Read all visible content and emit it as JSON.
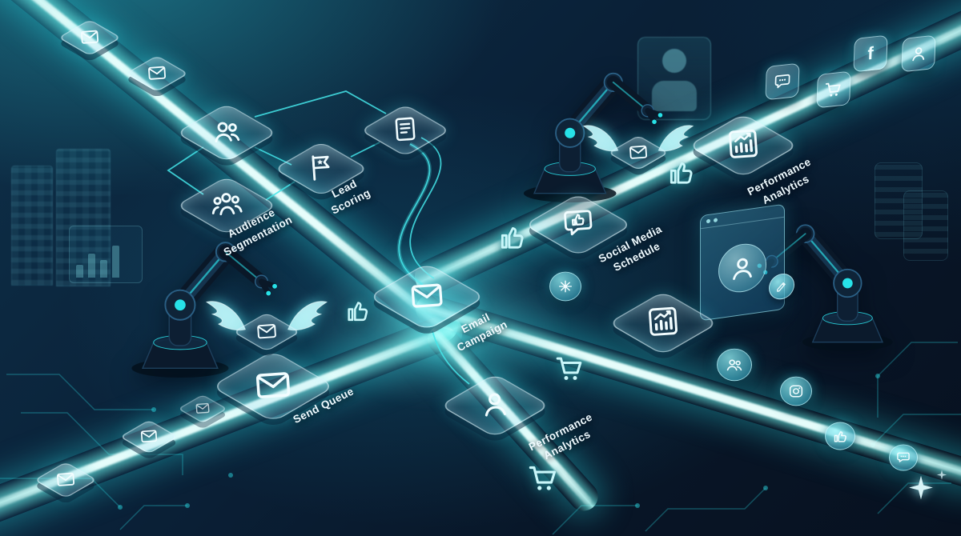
{
  "colors": {
    "background_deep": "#081526",
    "background_teal": "#0e3049",
    "accent": "#3ae8e4",
    "beam_glow": "#2adce6",
    "label": "#f0fbff",
    "glass_border": "#d9f6ff",
    "robot_body": "#0c1c30"
  },
  "labels": {
    "audience_segmentation": {
      "line1": "Audience",
      "line2": "Segmentation"
    },
    "lead_scoring": {
      "line1": "Lead",
      "line2": "Scoring"
    },
    "email_campaign": {
      "line1": "Email",
      "line2": "Campaign"
    },
    "send_queue": {
      "line1": "Send Queue"
    },
    "social_media_schedule": {
      "line1": "Social Media",
      "line2": "Schedule"
    },
    "performance_analytics_top": {
      "line1": "Performance",
      "line2": "Analytics"
    },
    "performance_analytics_bottom": {
      "line1": "Performance",
      "line2": "Analytics"
    }
  },
  "icons": {
    "facebook_glyph": "f",
    "names": [
      "users-icon",
      "audience-group-icon",
      "flag-star-icon",
      "document-icon",
      "email-envelope-icon",
      "winged-envelope-icon",
      "thumbs-up-icon",
      "chat-bubble-icon",
      "shopping-cart-icon",
      "bar-chart-icon",
      "person-icon",
      "instagram-icon",
      "facebook-icon",
      "pencil-icon",
      "spark-icon",
      "sparkle-icon",
      "robot-arm",
      "conveyor-beam",
      "hologram-person",
      "analytics-screen",
      "circuit-traces"
    ]
  }
}
